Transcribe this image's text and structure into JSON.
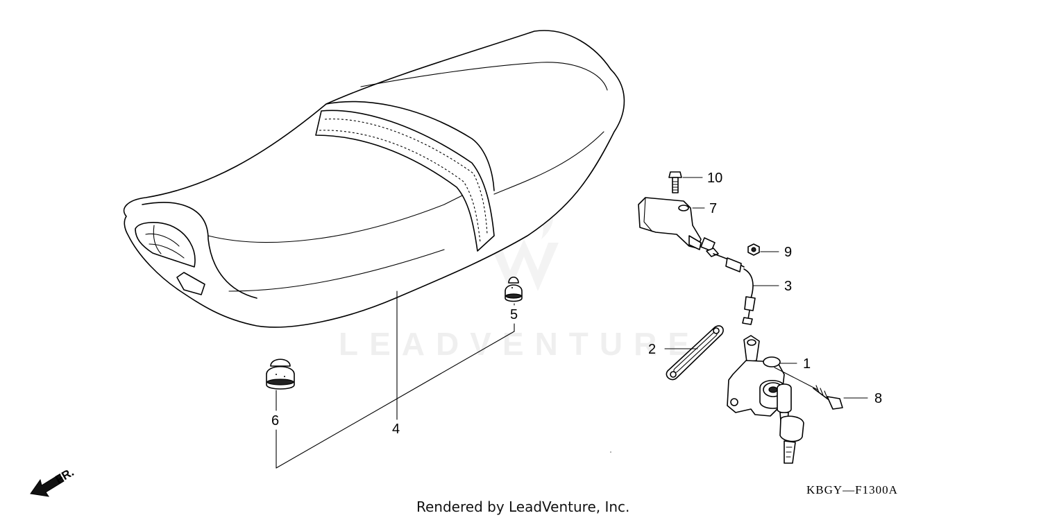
{
  "watermark": {
    "text": "LEADVENTURE"
  },
  "callouts": [
    {
      "id": "part-1",
      "label": "1"
    },
    {
      "id": "part-2",
      "label": "2"
    },
    {
      "id": "part-3",
      "label": "3"
    },
    {
      "id": "part-4",
      "label": "4"
    },
    {
      "id": "part-5",
      "label": "5"
    },
    {
      "id": "part-6",
      "label": "6"
    },
    {
      "id": "part-7",
      "label": "7"
    },
    {
      "id": "part-8",
      "label": "8"
    },
    {
      "id": "part-9",
      "label": "9"
    },
    {
      "id": "part-10",
      "label": "10"
    }
  ],
  "front_indicator": {
    "label": "FR."
  },
  "diagram_code": "KBGY—F1300A",
  "footer": {
    "credit": "Rendered by LeadVenture, Inc."
  }
}
